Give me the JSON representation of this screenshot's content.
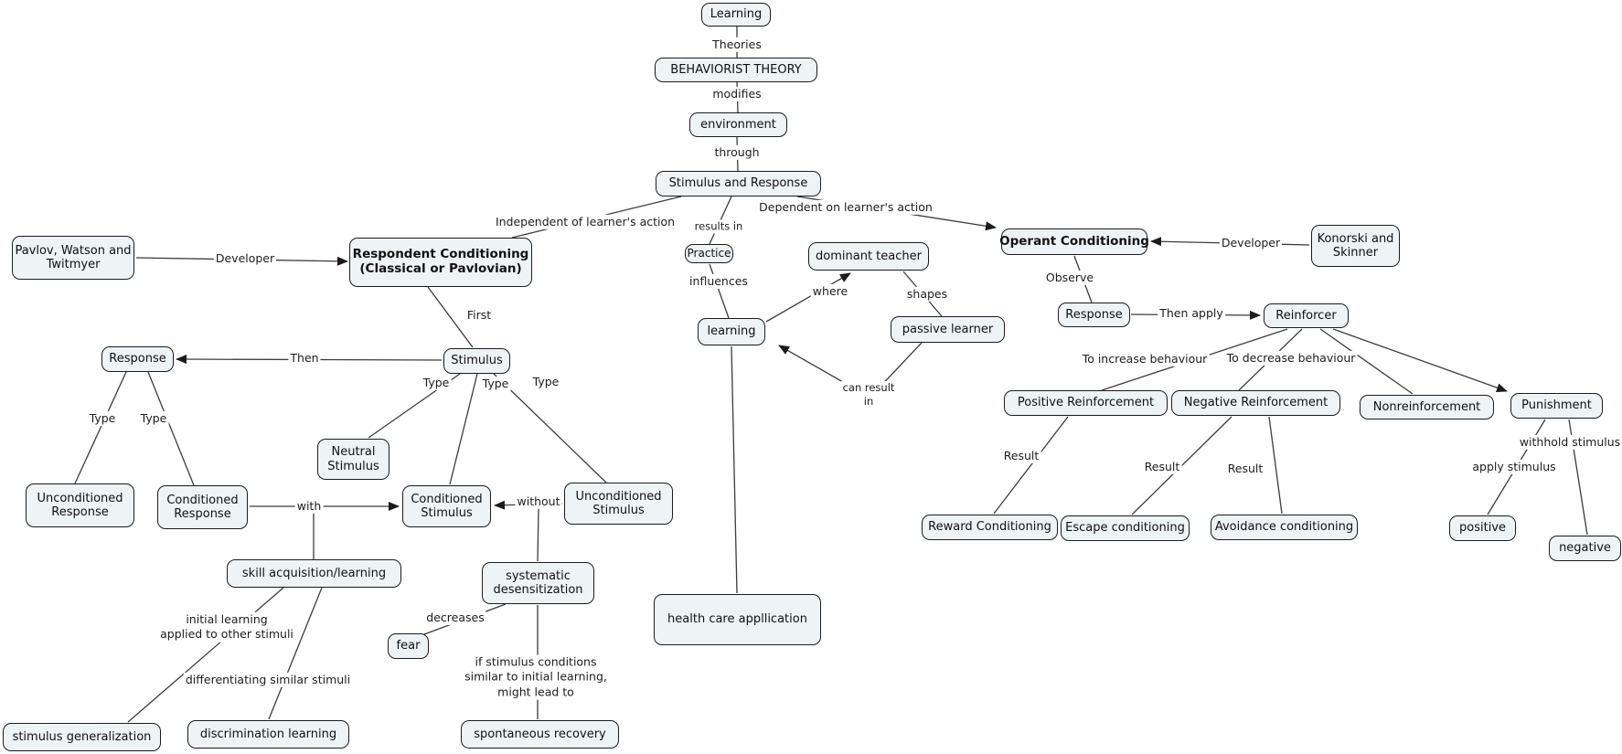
{
  "colors": {
    "background": "#ffffff",
    "node_fill": "#eef3f6",
    "node_border": "#1c1c1c",
    "line": "#3c3c3c",
    "text": "#111111"
  },
  "nodes": {
    "learning_top": "Learning",
    "behaviorist": "BEHAVIORIST THEORY",
    "environment": "environment",
    "stimulus_response": "Stimulus and Response",
    "pavlov": "Pavlov, Watson and\nTwitmyer",
    "respondent": "Respondent Conditioning\n(Classical or Pavlovian)",
    "practice": "Practice",
    "dominant_teacher": "dominant teacher",
    "operant": "Operant Conditioning",
    "konorski": "Konorski and\nSkinner",
    "learning": "learning",
    "passive_learner": "passive learner",
    "response_left": "Response",
    "stimulus": "Stimulus",
    "response_right": "Response",
    "reinforcer": "Reinforcer",
    "neutral_stimulus": "Neutral\nStimulus",
    "unconditioned_response": "Unconditioned\nResponse",
    "conditioned_response": "Conditioned\nResponse",
    "conditioned_stimulus": "Conditioned\nStimulus",
    "unconditioned_stimulus": "Unconditioned\nStimulus",
    "skill_acquisition": "skill acquisition/learning",
    "systematic_desensitization": "systematic\ndesensitization",
    "fear": "fear",
    "health_care": "health care appllication",
    "stimulus_generalization": "stimulus generalization",
    "discrimination_learning": "discrimination learning",
    "spontaneous_recovery": "spontaneous recovery",
    "positive_reinforcement": "Positive Reinforcement",
    "negative_reinforcement": "Negative Reinforcement",
    "nonreinforcement": "Nonreinforcement",
    "punishment": "Punishment",
    "reward_conditioning": "Reward Conditioning",
    "escape_conditioning": "Escape conditioning",
    "avoidance_conditioning": "Avoidance conditioning",
    "positive": "positive",
    "negative": "negative"
  },
  "labels": {
    "theories": "Theories",
    "modifies": "modifies",
    "through": "through",
    "independent": "Independent of learner's action",
    "dependent": "Dependent on learner's action",
    "results_in": "results in",
    "influences": "influences",
    "developer": "Developer",
    "first": "First",
    "then": "Then",
    "type": "Type",
    "where": "where",
    "shapes": "shapes",
    "can_result_in": "can result\nin",
    "with": "with",
    "without": "without",
    "initial_learning": "initial learning\napplied to other stimuli",
    "differentiating": "differentiating similar stimuli",
    "decreases": "decreases",
    "if_stimulus": "if stimulus conditions\nsimilar to initial learning,\nmight lead to",
    "observe": "Observe",
    "then_apply": "Then apply",
    "to_increase": "To increase behaviour",
    "to_decrease": "To decrease behaviour",
    "result": "Result",
    "apply_stimulus": "apply stimulus",
    "withhold_stimulus": "withhold stimulus"
  }
}
